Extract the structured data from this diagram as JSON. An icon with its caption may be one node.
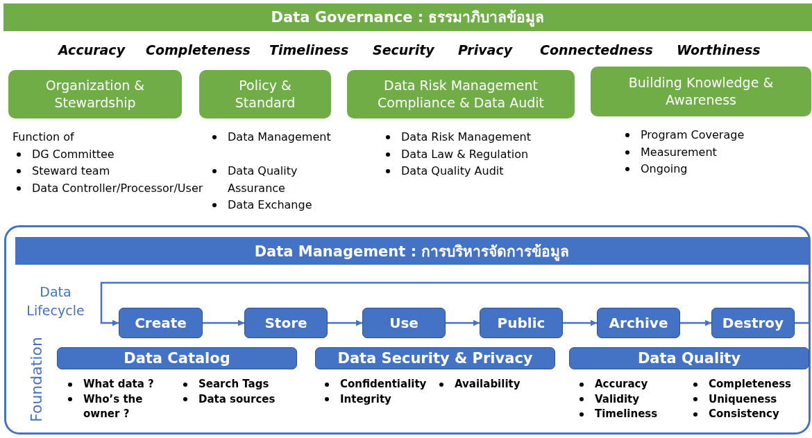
{
  "diagram": {
    "nodes": [
      {
        "text": [
          "Data Governance : ธรรมาภิบาลข้อมูล"
        ]
      },
      {
        "text": [
          "Organization & Stewardship"
        ],
        "beside": [
          "Function of",
          "DG Committee",
          "Steward team",
          "Data Controller/Processor/User"
        ]
      },
      {
        "text": [
          "Policy & Standard"
        ],
        "beside": [
          "Data Management",
          "Data Quality Assurance",
          "Data Exchange"
        ]
      },
      {
        "text": [
          "Data Risk Management Compliance & Data Audit"
        ],
        "beside": [
          "Data Risk Management",
          "Data Law & Regulation",
          "Data Quality Audit"
        ]
      },
      {
        "text": [
          "Building Knowledge & Awareness"
        ],
        "beside": [
          "Program Coverage",
          "Measurement",
          "Ongoing"
        ]
      },
      {
        "text": [
          "Data Management : การบริหารจัดการข้อมูล"
        ]
      },
      {
        "text": [
          "Create"
        ],
        "in": 5
      },
      {
        "text": [
          "Store"
        ],
        "in": 5
      },
      {
        "text": [
          "Use"
        ],
        "in": 5
      },
      {
        "text": [
          "Public"
        ],
        "in": 5
      },
      {
        "text": [
          "Archive"
        ],
        "in": 5
      },
      {
        "text": [
          "Destroy"
        ],
        "in": 5
      },
      {
        "text": [
          "Data Catalog"
        ],
        "in": 5,
        "beside": [
          "What data ?",
          "Who’s the owner ?",
          "Search Tags",
          "Data sources"
        ]
      },
      {
        "text": [
          "Data Security & Privacy"
        ],
        "in": 5,
        "beside": [
          "Confidentiality",
          "Integrity",
          "Availability"
        ]
      },
      {
        "text": [
          "Data Quality"
        ],
        "in": 5,
        "beside": [
          "Accuracy",
          "Validity",
          "Timeliness",
          "Completeness",
          "Uniqueness",
          "Consistency"
        ]
      }
    ],
    "edges": [
      {
        "from": 6,
        "to": 7,
        "arrow": "to"
      },
      {
        "from": 7,
        "to": 8,
        "arrow": "to"
      },
      {
        "from": 8,
        "to": 9,
        "arrow": "to"
      },
      {
        "from": 9,
        "to": 10,
        "arrow": "to"
      },
      {
        "from": 10,
        "to": 11,
        "arrow": "to"
      },
      {
        "from": 11,
        "to": 6,
        "arrow": "to"
      }
    ],
    "labels": [
      "Accuracy",
      "Completeness",
      "Timeliness",
      "Security",
      "Privacy",
      "Connectedness",
      "Worthiness",
      "Data Lifecycle",
      "Foundation"
    ]
  }
}
